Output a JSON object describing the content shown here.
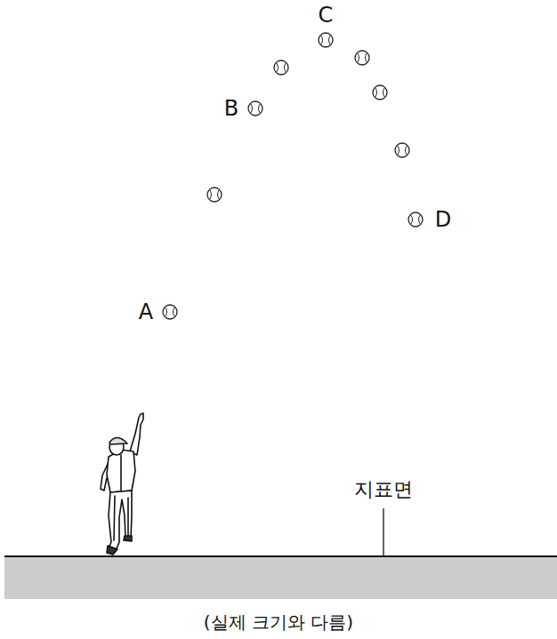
{
  "diagram": {
    "caption": "(실제 크기와 다름)",
    "labels": [
      "A",
      "B",
      "C",
      "D",
      "지표면"
    ]
  }
}
